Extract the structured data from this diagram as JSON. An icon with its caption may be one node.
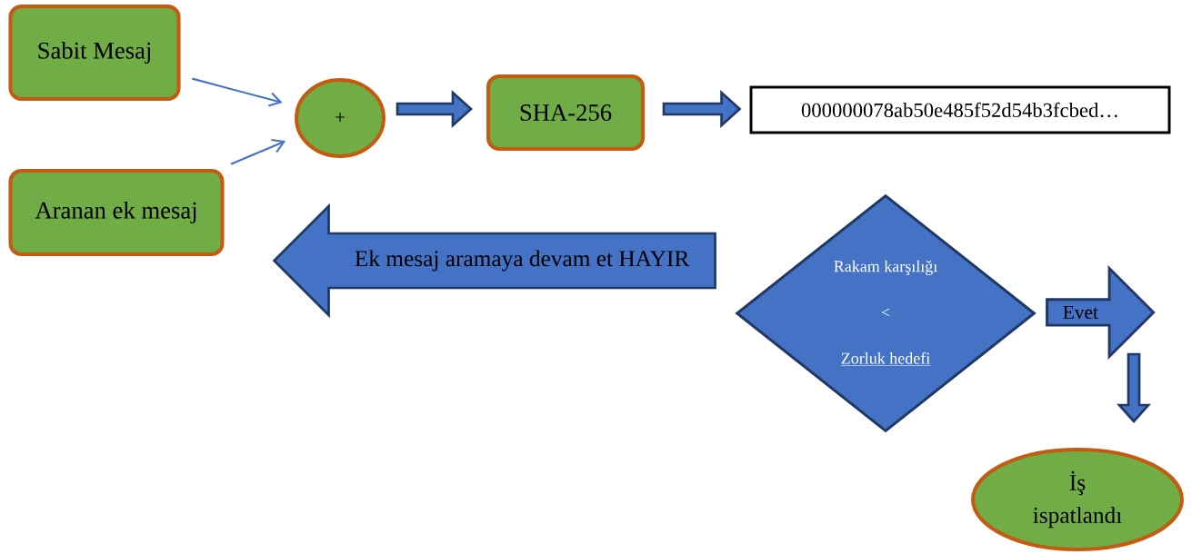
{
  "diagram": {
    "nodes": [
      {
        "text": [
          "Sabit Mesaj"
        ]
      },
      {
        "text": [
          "Aranan ek mesaj"
        ]
      },
      {
        "text": [
          "+"
        ]
      },
      {
        "text": [
          "SHA-256"
        ]
      },
      {
        "text": [
          "000000078ab50e485f52d54b3fcbed…"
        ]
      },
      {
        "text": [
          "Rakam karşılığı",
          "<",
          "Zorluk hedefi"
        ]
      },
      {
        "text": [
          "Evet"
        ]
      },
      {
        "text": [
          "İş ispatlandı"
        ]
      }
    ],
    "edges": [
      {
        "from": 0,
        "to": 2,
        "arrow": "to",
        "color": "#4472c4"
      },
      {
        "from": 1,
        "to": 2,
        "arrow": "to",
        "color": "#4472c4"
      },
      {
        "from": 2,
        "to": 3,
        "arrow": "to",
        "style": "thick"
      },
      {
        "from": 3,
        "to": 4,
        "arrow": "to",
        "style": "thick"
      },
      {
        "from": 6,
        "to": 7,
        "arrow": "to",
        "style": "thick"
      },
      {
        "from": 5,
        "to": 1,
        "arrow": "to",
        "style": "thick",
        "label": "Ek mesaj aramaya devam et  HAYIR"
      }
    ]
  }
}
